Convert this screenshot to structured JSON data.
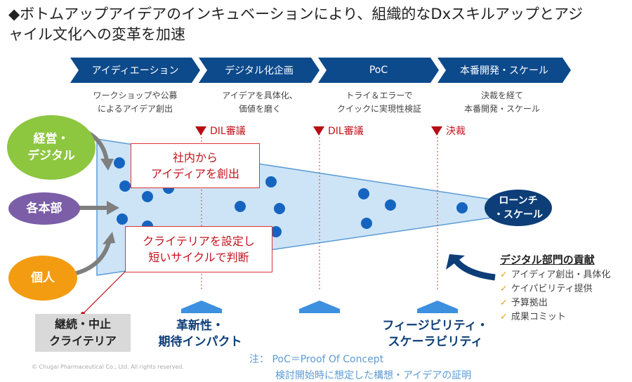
{
  "title": "◆ボトムアップアイデアのインキュベーションにより、組織的なDxスキルアップとアジャイル文化への変革を加速",
  "phases": [
    {
      "label": "アイディエーション",
      "desc": [
        "ワークショップや公募",
        "によるアイデア創出"
      ]
    },
    {
      "label": "デジタル化企画",
      "desc": [
        "アイデアを具体化、",
        "価値を磨く"
      ]
    },
    {
      "label": "PoC",
      "desc": [
        "トライ＆エラーで",
        "クイックに実現性検証"
      ]
    },
    {
      "label": "本番開発・スケール",
      "desc": [
        "決裁を経て",
        "本番開発・スケール"
      ]
    }
  ],
  "gates": [
    "DIL審議",
    "DIL審議",
    "決裁"
  ],
  "sources": [
    "経営・\nデジタル",
    "各本部",
    "個人"
  ],
  "sources_lines": [
    [
      "経営・",
      "デジタル"
    ],
    [
      "各本部"
    ],
    [
      "個人"
    ]
  ],
  "box_create": [
    "社内から",
    "アイディアを創出"
  ],
  "box_criteria": [
    "クライテリアを設定し",
    "短いサイクルで判断"
  ],
  "launch": [
    "ローンチ",
    "・スケール"
  ],
  "criteria_label": [
    "継続・中止",
    "クライテリア"
  ],
  "eval_left": [
    "革新性・",
    "期待インパクト"
  ],
  "eval_right": [
    "フィージビリティ・",
    "スケーラビリティ"
  ],
  "contribution": {
    "heading": "デジタル部門の貢献",
    "items": [
      "アイディア創出・具体化",
      "ケイパビリティ提供",
      "予算拠出",
      "成果コミット"
    ]
  },
  "note": [
    "注： PoC＝Proof Of Concept",
    "検討開始時に想定した構想・アイデアの証明"
  ],
  "copyright": "© Chugai Pharmaceutical Co., Ltd. All rights reserved.",
  "colors": {
    "navy": "#0d4a8c",
    "green": "#8dc63f",
    "purple": "#7b5ea7",
    "orange": "#f39c12",
    "red": "#c0141b"
  }
}
